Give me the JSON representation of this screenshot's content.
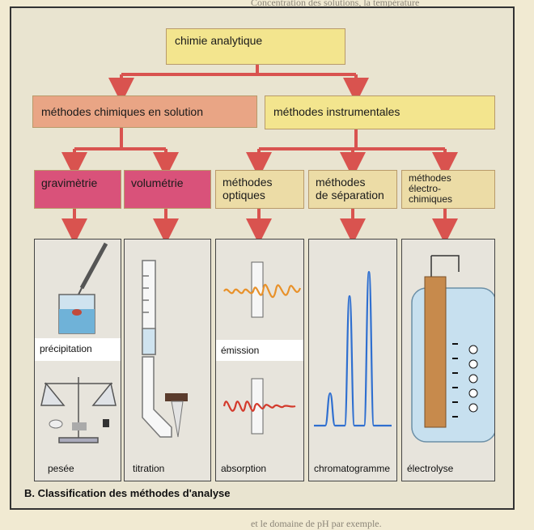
{
  "diagram": {
    "root": "chimie analytique",
    "level1": {
      "left": "méthodes chimiques en solution",
      "right": "méthodes instrumentales"
    },
    "level2": {
      "gravimetrie": "gravimètrie",
      "volumetrie": "volumétrie",
      "optiques": [
        "méthodes",
        "optiques"
      ],
      "separation": [
        "méthodes",
        "de séparation"
      ],
      "electro": [
        "méthodes",
        "électro-",
        "chimiques"
      ]
    },
    "panels": {
      "gravimetrie": {
        "top": "précipitation",
        "bottom": "pesée"
      },
      "volumetrie": {
        "bottom": "titration"
      },
      "optiques": {
        "top": "émission",
        "bottom": "absorption"
      },
      "separation": {
        "bottom": "chromatogramme"
      },
      "electro": {
        "bottom": "électrolyse"
      }
    },
    "caption": "B. Classification des méthodes d'analyse",
    "colors": {
      "yellow": "#f3e58e",
      "salmon": "#e9a585",
      "pink": "#d9527a",
      "arrow": "#d9534f",
      "signal_orange": "#e8912a",
      "signal_red": "#d33a2c",
      "chromatogram_blue": "#2f6fd0",
      "electrode_copper": "#c78a4c"
    }
  },
  "background_text": {
    "top_left": "",
    "top_right": "",
    "lines_right": [
      "Concentration des solutions, la température",
      "et le domaine de pH par exemple."
    ]
  }
}
